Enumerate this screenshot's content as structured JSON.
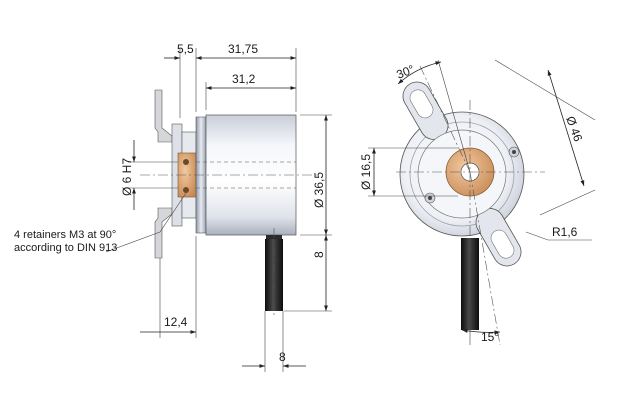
{
  "dimensions": {
    "d_5_5": "5,5",
    "d_31_75": "31,75",
    "d_31_2": "31,2",
    "d_36_5": "Ø 36,5",
    "d_6h7": "Ø 6 H7",
    "d_8_right": "8",
    "d_12_4": "12,4",
    "d_8_bottom": "8",
    "d_30": "30°",
    "d_46": "Ø 46",
    "d_16_5": "Ø 16,5",
    "d_r16": "R1,6",
    "d_15": "15°"
  },
  "note": {
    "line1": "4 retainers M3 at 90°",
    "line2": "according to DIN 913"
  },
  "colors": {
    "body_light": "#f2f4f8",
    "body_shade": "#b9bfcc",
    "brass": "#d9a070",
    "cable": "#1c1c1c",
    "flange": "#d4d6da"
  }
}
